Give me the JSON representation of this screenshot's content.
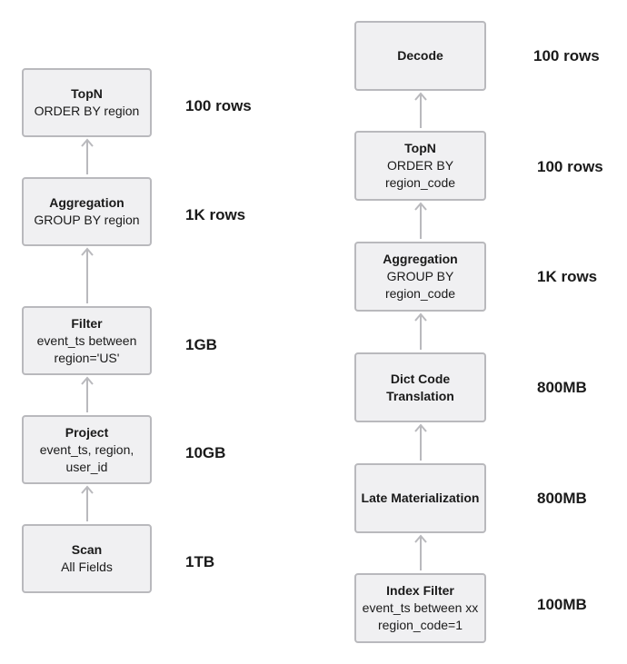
{
  "left_pipeline": [
    {
      "title": "TopN",
      "subtitle": "ORDER BY region",
      "metric": "100 rows"
    },
    {
      "title": "Aggregation",
      "subtitle": "GROUP BY region",
      "metric": "1K rows"
    },
    {
      "title": "Filter",
      "subtitle": "event_ts between\nregion='US'",
      "metric": "1GB"
    },
    {
      "title": "Project",
      "subtitle": "event_ts, region,\nuser_id",
      "metric": "10GB"
    },
    {
      "title": "Scan",
      "subtitle": "All Fields",
      "metric": "1TB"
    }
  ],
  "right_pipeline": [
    {
      "title": "Decode",
      "subtitle": "",
      "metric": "100 rows"
    },
    {
      "title": "TopN",
      "subtitle": "ORDER BY\nregion_code",
      "metric": "100 rows"
    },
    {
      "title": "Aggregation",
      "subtitle": "GROUP BY\nregion_code",
      "metric": "1K rows"
    },
    {
      "title": "Dict Code\nTranslation",
      "subtitle": "",
      "metric": "800MB"
    },
    {
      "title": "Late Materialization",
      "subtitle": "",
      "metric": "800MB"
    },
    {
      "title": "Index Filter",
      "subtitle": "event_ts between xx\nregion_code=1",
      "metric": "100MB"
    }
  ],
  "colors": {
    "box_fill": "#f0f0f2",
    "box_border": "#b9b9bd",
    "arrow": "#b9b9bd"
  }
}
